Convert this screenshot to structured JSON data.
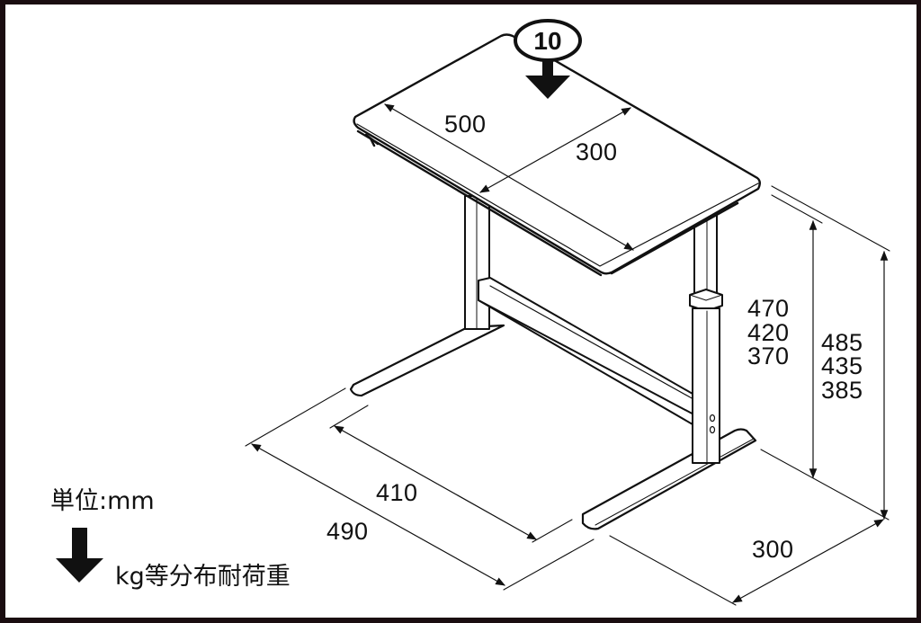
{
  "diagram": {
    "type": "dimension-drawing",
    "subject": "height-adjustable side table (isometric)",
    "unit_label": "単位:mm",
    "load_label": "kg等分布耐荷重",
    "load_badge": "10",
    "top_panel": {
      "width": "500",
      "depth": "300"
    },
    "heights_tabletop": [
      "470",
      "420",
      "370"
    ],
    "heights_overall": [
      "485",
      "435",
      "385"
    ],
    "base": {
      "inner_width": "410",
      "outer_width": "490",
      "foot_depth": "300"
    },
    "colors": {
      "line": "#111111",
      "background": "#ffffff",
      "frame": "#1a0d10"
    }
  }
}
